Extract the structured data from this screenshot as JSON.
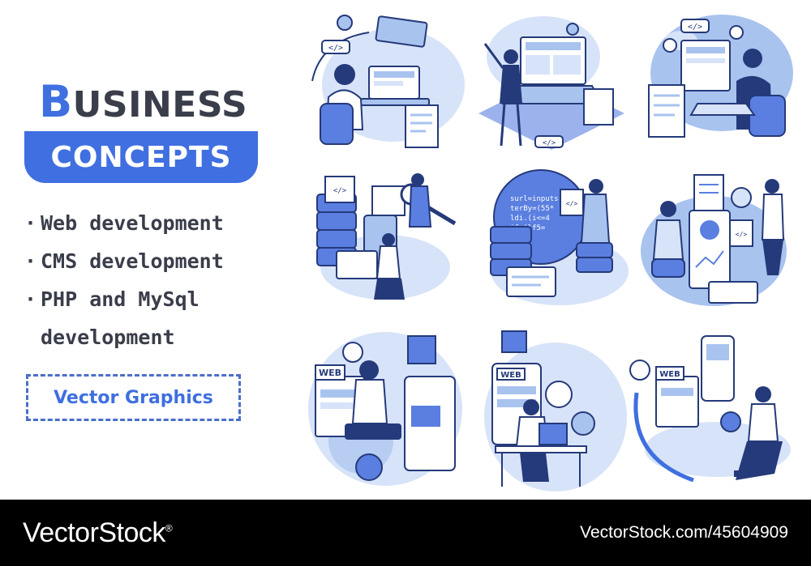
{
  "heading": {
    "business_initial": "B",
    "business_rest": "USINESS",
    "concepts": "CONCEPTS"
  },
  "bullets": [
    {
      "marker": "·",
      "text": "Web development"
    },
    {
      "marker": "·",
      "text": "CMS development"
    },
    {
      "marker": "·",
      "text": "PHP and MySql\ndevelopment"
    }
  ],
  "badge": {
    "label": "Vector Graphics"
  },
  "illustrations": {
    "code_tag": "</>",
    "web_label": "WEB",
    "code_snippet": [
      "surl=inputs",
      "terBy=(55*",
      "ldi.(i<=4",
      "if |lf5="
    ]
  },
  "footer": {
    "logo": "VectorStock",
    "logo_mark": "®",
    "image_id": "VectorStock.com/45604909"
  },
  "colors": {
    "accent": "#3f6fe0",
    "light_blue": "#a9c3ef",
    "pale_blue": "#d7e3f8",
    "navy": "#253a7a",
    "text_dark": "#3a3d4a"
  }
}
